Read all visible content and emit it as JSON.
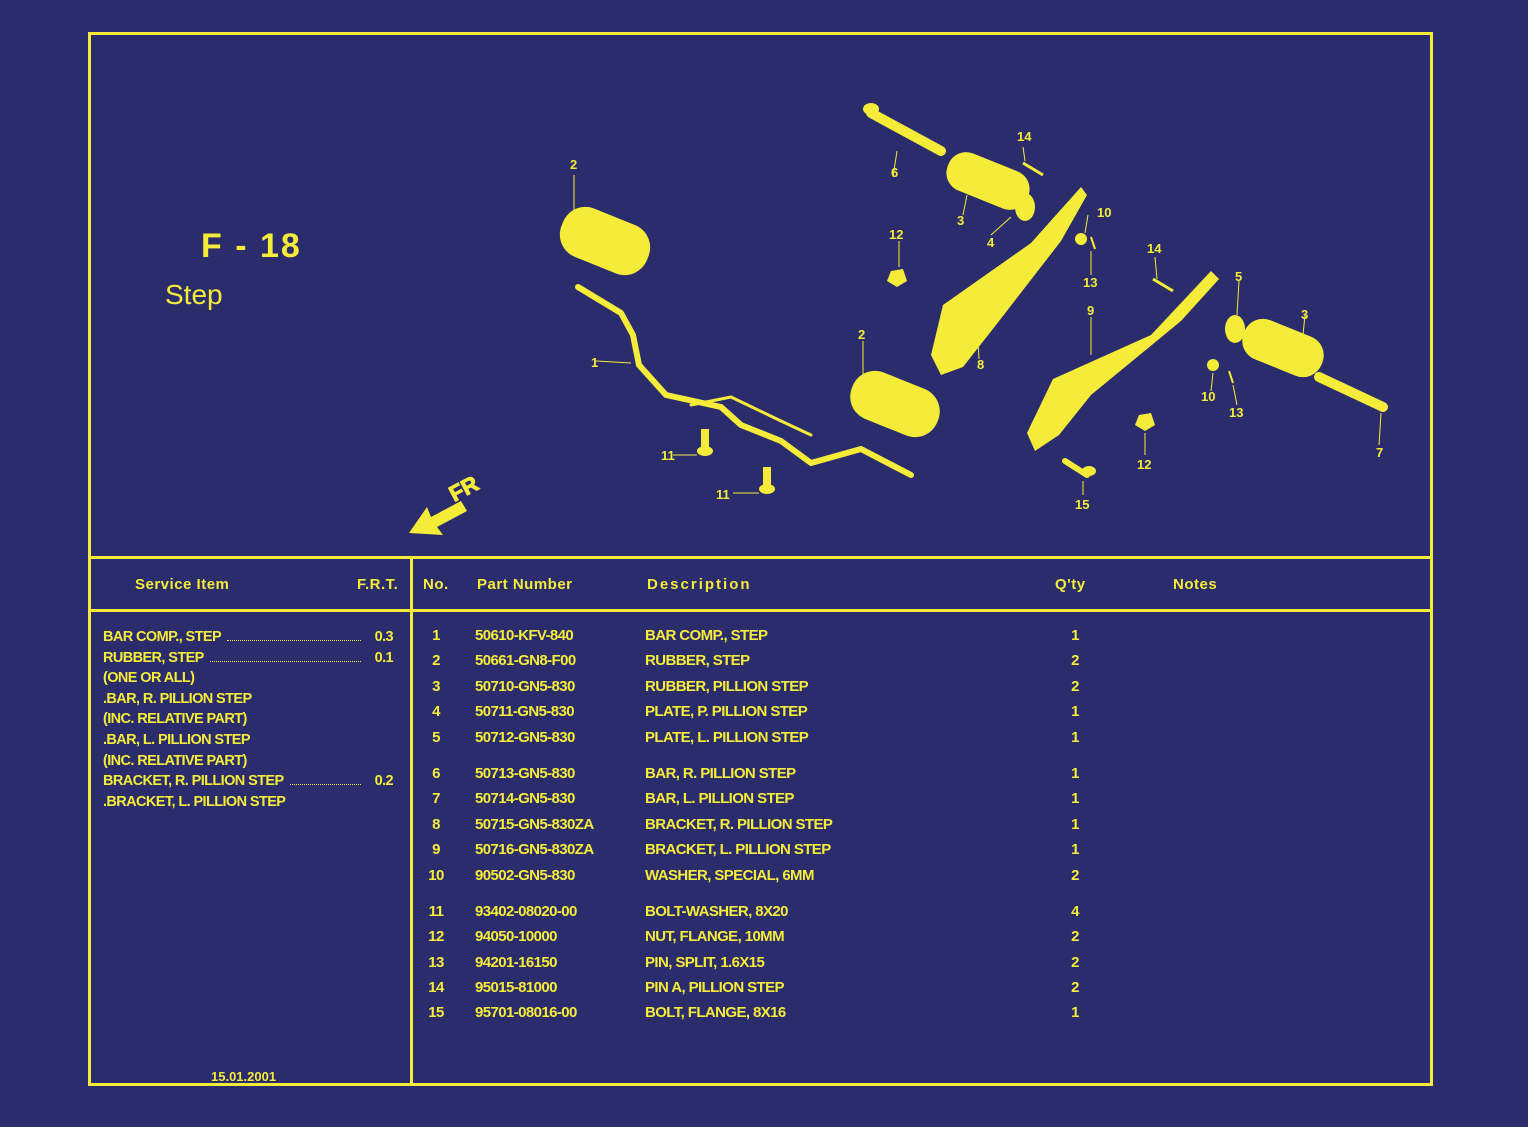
{
  "title": {
    "code": "F - 18",
    "name": "Step"
  },
  "diagram": {
    "direction_label": "FR",
    "callouts": {
      "c1": "1",
      "c2a": "2",
      "c2b": "2",
      "c3a": "3",
      "c3b": "3",
      "c4": "4",
      "c5": "5",
      "c6": "6",
      "c7": "7",
      "c8": "8",
      "c9": "9",
      "c10a": "10",
      "c10b": "10",
      "c11a": "11",
      "c11b": "11",
      "c12a": "12",
      "c12b": "12",
      "c13a": "13",
      "c13b": "13",
      "c14a": "14",
      "c14b": "14",
      "c15": "15"
    }
  },
  "headers": {
    "service_item": "Service Item",
    "frt": "F.R.T.",
    "no": "No.",
    "part_number": "Part Number",
    "description": "Description",
    "qty": "Q'ty",
    "notes": "Notes"
  },
  "service_items": [
    {
      "label": "BAR COMP., STEP",
      "value": "0.3"
    },
    {
      "label": "RUBBER, STEP",
      "value": "0.1"
    },
    {
      "label": "(ONE OR ALL)",
      "value": ""
    },
    {
      "label": ".BAR, R. PILLION STEP",
      "value": ""
    },
    {
      "label": "(INC. RELATIVE PART)",
      "value": ""
    },
    {
      "label": ".BAR, L. PILLION STEP",
      "value": ""
    },
    {
      "label": "(INC. RELATIVE PART)",
      "value": ""
    },
    {
      "label": "BRACKET, R. PILLION STEP",
      "value": "0.2"
    },
    {
      "label": ".BRACKET, L. PILLION STEP",
      "value": ""
    }
  ],
  "date": "15.01.2001",
  "parts": [
    {
      "no": "1",
      "part_number": "50610-KFV-840",
      "description": "BAR COMP., STEP",
      "qty": "1"
    },
    {
      "no": "2",
      "part_number": "50661-GN8-F00",
      "description": "RUBBER, STEP",
      "qty": "2"
    },
    {
      "no": "3",
      "part_number": "50710-GN5-830",
      "description": "RUBBER, PILLION STEP",
      "qty": "2"
    },
    {
      "no": "4",
      "part_number": "50711-GN5-830",
      "description": "PLATE, P. PILLION STEP",
      "qty": "1"
    },
    {
      "no": "5",
      "part_number": "50712-GN5-830",
      "description": "PLATE, L. PILLION STEP",
      "qty": "1"
    },
    {
      "no": "6",
      "part_number": "50713-GN5-830",
      "description": "BAR, R. PILLION STEP",
      "qty": "1"
    },
    {
      "no": "7",
      "part_number": "50714-GN5-830",
      "description": "BAR, L. PILLION STEP",
      "qty": "1"
    },
    {
      "no": "8",
      "part_number": "50715-GN5-830ZA",
      "description": "BRACKET, R. PILLION STEP",
      "qty": "1"
    },
    {
      "no": "9",
      "part_number": "50716-GN5-830ZA",
      "description": "BRACKET, L. PILLION STEP",
      "qty": "1"
    },
    {
      "no": "10",
      "part_number": "90502-GN5-830",
      "description": "WASHER, SPECIAL, 6MM",
      "qty": "2"
    },
    {
      "no": "11",
      "part_number": "93402-08020-00",
      "description": "BOLT-WASHER, 8X20",
      "qty": "4"
    },
    {
      "no": "12",
      "part_number": "94050-10000",
      "description": "NUT, FLANGE, 10MM",
      "qty": "2"
    },
    {
      "no": "13",
      "part_number": "94201-16150",
      "description": "PIN, SPLIT, 1.6X15",
      "qty": "2"
    },
    {
      "no": "14",
      "part_number": "95015-81000",
      "description": "PIN A, PILLION STEP",
      "qty": "2"
    },
    {
      "no": "15",
      "part_number": "95701-08016-00",
      "description": "BOLT, FLANGE, 8X16",
      "qty": "1"
    }
  ],
  "colors": {
    "background": "#2a2c6b",
    "ink": "#f5ec3a"
  }
}
